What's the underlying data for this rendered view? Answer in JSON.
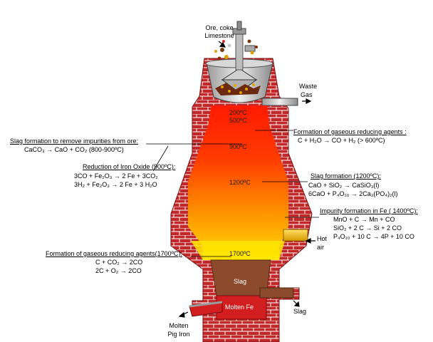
{
  "inputs": {
    "line1": "Ore, coke",
    "line2": "Limestone"
  },
  "outputs": {
    "waste_gas_1": "Waste",
    "waste_gas_2": "Gas",
    "hot_air_1": "Hot",
    "hot_air_2": "air",
    "slag_out": "Slag",
    "pig_iron_1": "Molten",
    "pig_iron_2": "Pig Iron"
  },
  "inner_labels": {
    "slag": "Slag",
    "molten_fe": "Molten Fe"
  },
  "temperatures": [
    "200ºC",
    "500ºC",
    "900ºC",
    "1200ºC",
    "1700ºC"
  ],
  "annotations": {
    "slag_removal": {
      "title": "Slag formation to remove impurities from ore:",
      "eq": "CaCO₃ → CaO + CO₂  (800-900ºC)"
    },
    "iron_oxide": {
      "title": "Reduction of Iron Oxide (900ºC):",
      "eq1": "3CO + Fe₂O₃ → 2 Fe + 3CO₂",
      "eq2": "3H₂ + Fe₂O₃ → 2 Fe + 3 H₂O"
    },
    "reducing_1700": {
      "title": "Formation of gaseous reducing agents(1700ºC):",
      "eq1": "C + CO₂ → 2CO",
      "eq2": "2C + O₂ → 2CO"
    },
    "reducing_600": {
      "title": "Formation of gaseous reducing agents :",
      "eq": "C + H₂O → CO + H₂ (> 600ºC)"
    },
    "slag_1200": {
      "title": "Slag formation (1200ºC):",
      "eq1": "CaO + SiO₂ → CaSiO₃(l)",
      "eq2": "6CaO + P₄O₁₀ → 2Ca₃(PO₄)₂(l)"
    },
    "impurity_1400": {
      "title": "Impurity formation in Fe ( 1400ºC):",
      "eq1": "MnO + C → Mn + CO",
      "eq2": "SiO₂ + 2 C → Si + 2 CO",
      "eq3": "P₄O₁₀ + 10 C → 4P + 10 CO"
    }
  },
  "colors": {
    "brick": "#c0282a",
    "mortar": "#ffffff",
    "hot_top": "#ff2000",
    "mid": "#ff6a00",
    "warm": "#ffb800",
    "zone_1700": "#ffe100",
    "slag": "#8b4a2b",
    "molten_fe": "#d21e1e",
    "steel": "#b8b8b8",
    "hot_air_pipe": "#f5c518"
  }
}
